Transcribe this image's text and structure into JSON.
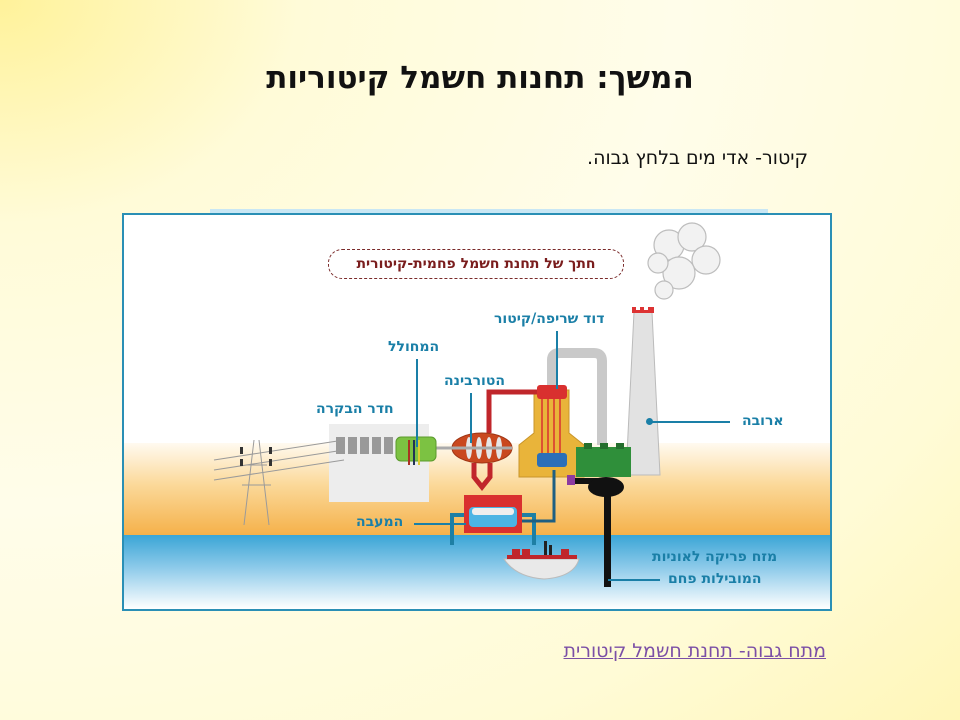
{
  "slide": {
    "title": "המשך: תחנות חשמל קיטוריות",
    "subtitle": "קיטור- אדי מים בלחץ גבוה.",
    "link_text": "מתח גבוה- תחנת חשמל קיטורית"
  },
  "diagram": {
    "caption": "חתך של תחנת חשמל פחמית-קיטורית",
    "labels": {
      "boiler": "דוד שריפה/קיטור",
      "generator": "המחולל",
      "turbine": "הטורבינה",
      "control_room": "חדר הבקרה",
      "chimney": "ארובה",
      "condenser": "המעבה",
      "pier_line1": "מזח פריקה לאוניות",
      "pier_line2": "המובילות פחם"
    },
    "colors": {
      "label": "#1a7fa7",
      "caption": "#7a1d1d",
      "frame": "#2a8fb5",
      "steam_pipe": "#c0262b",
      "generator": "#7cc242",
      "boiler": "#e9b43a",
      "coal": "#2f8f3a"
    }
  }
}
